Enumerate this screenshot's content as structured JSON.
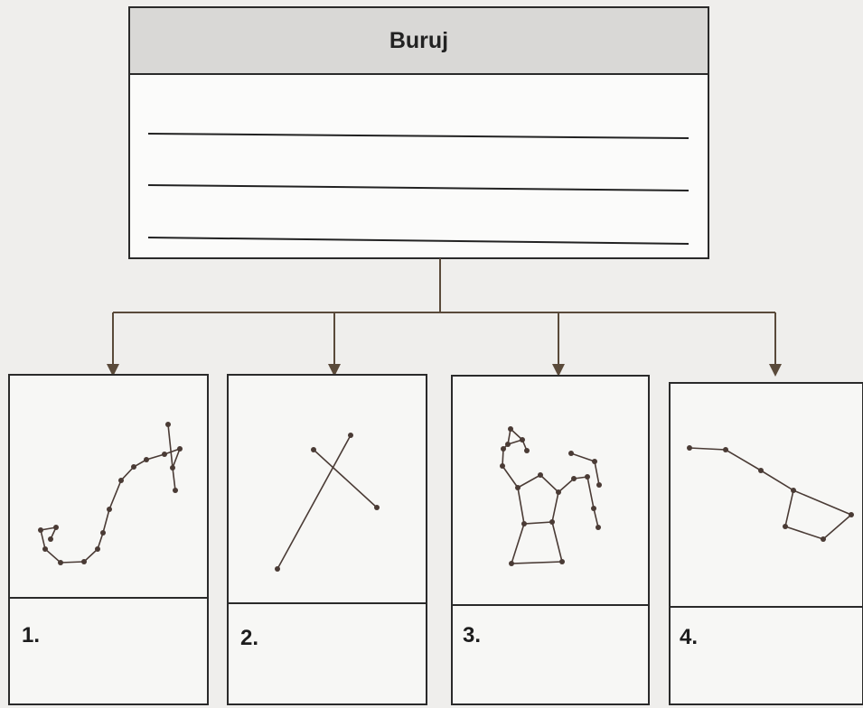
{
  "title_box": {
    "title": "Buruj",
    "blank_lines": 3
  },
  "panels": [
    {
      "label": "1."
    },
    {
      "label": "2."
    },
    {
      "label": "3."
    },
    {
      "label": "4."
    }
  ],
  "colors": {
    "page": "#efeeec",
    "header_fill": "#d9d8d6",
    "stroke": "#2a2a2a",
    "arrow": "#5a4a3a",
    "star": "#4a3b35"
  }
}
